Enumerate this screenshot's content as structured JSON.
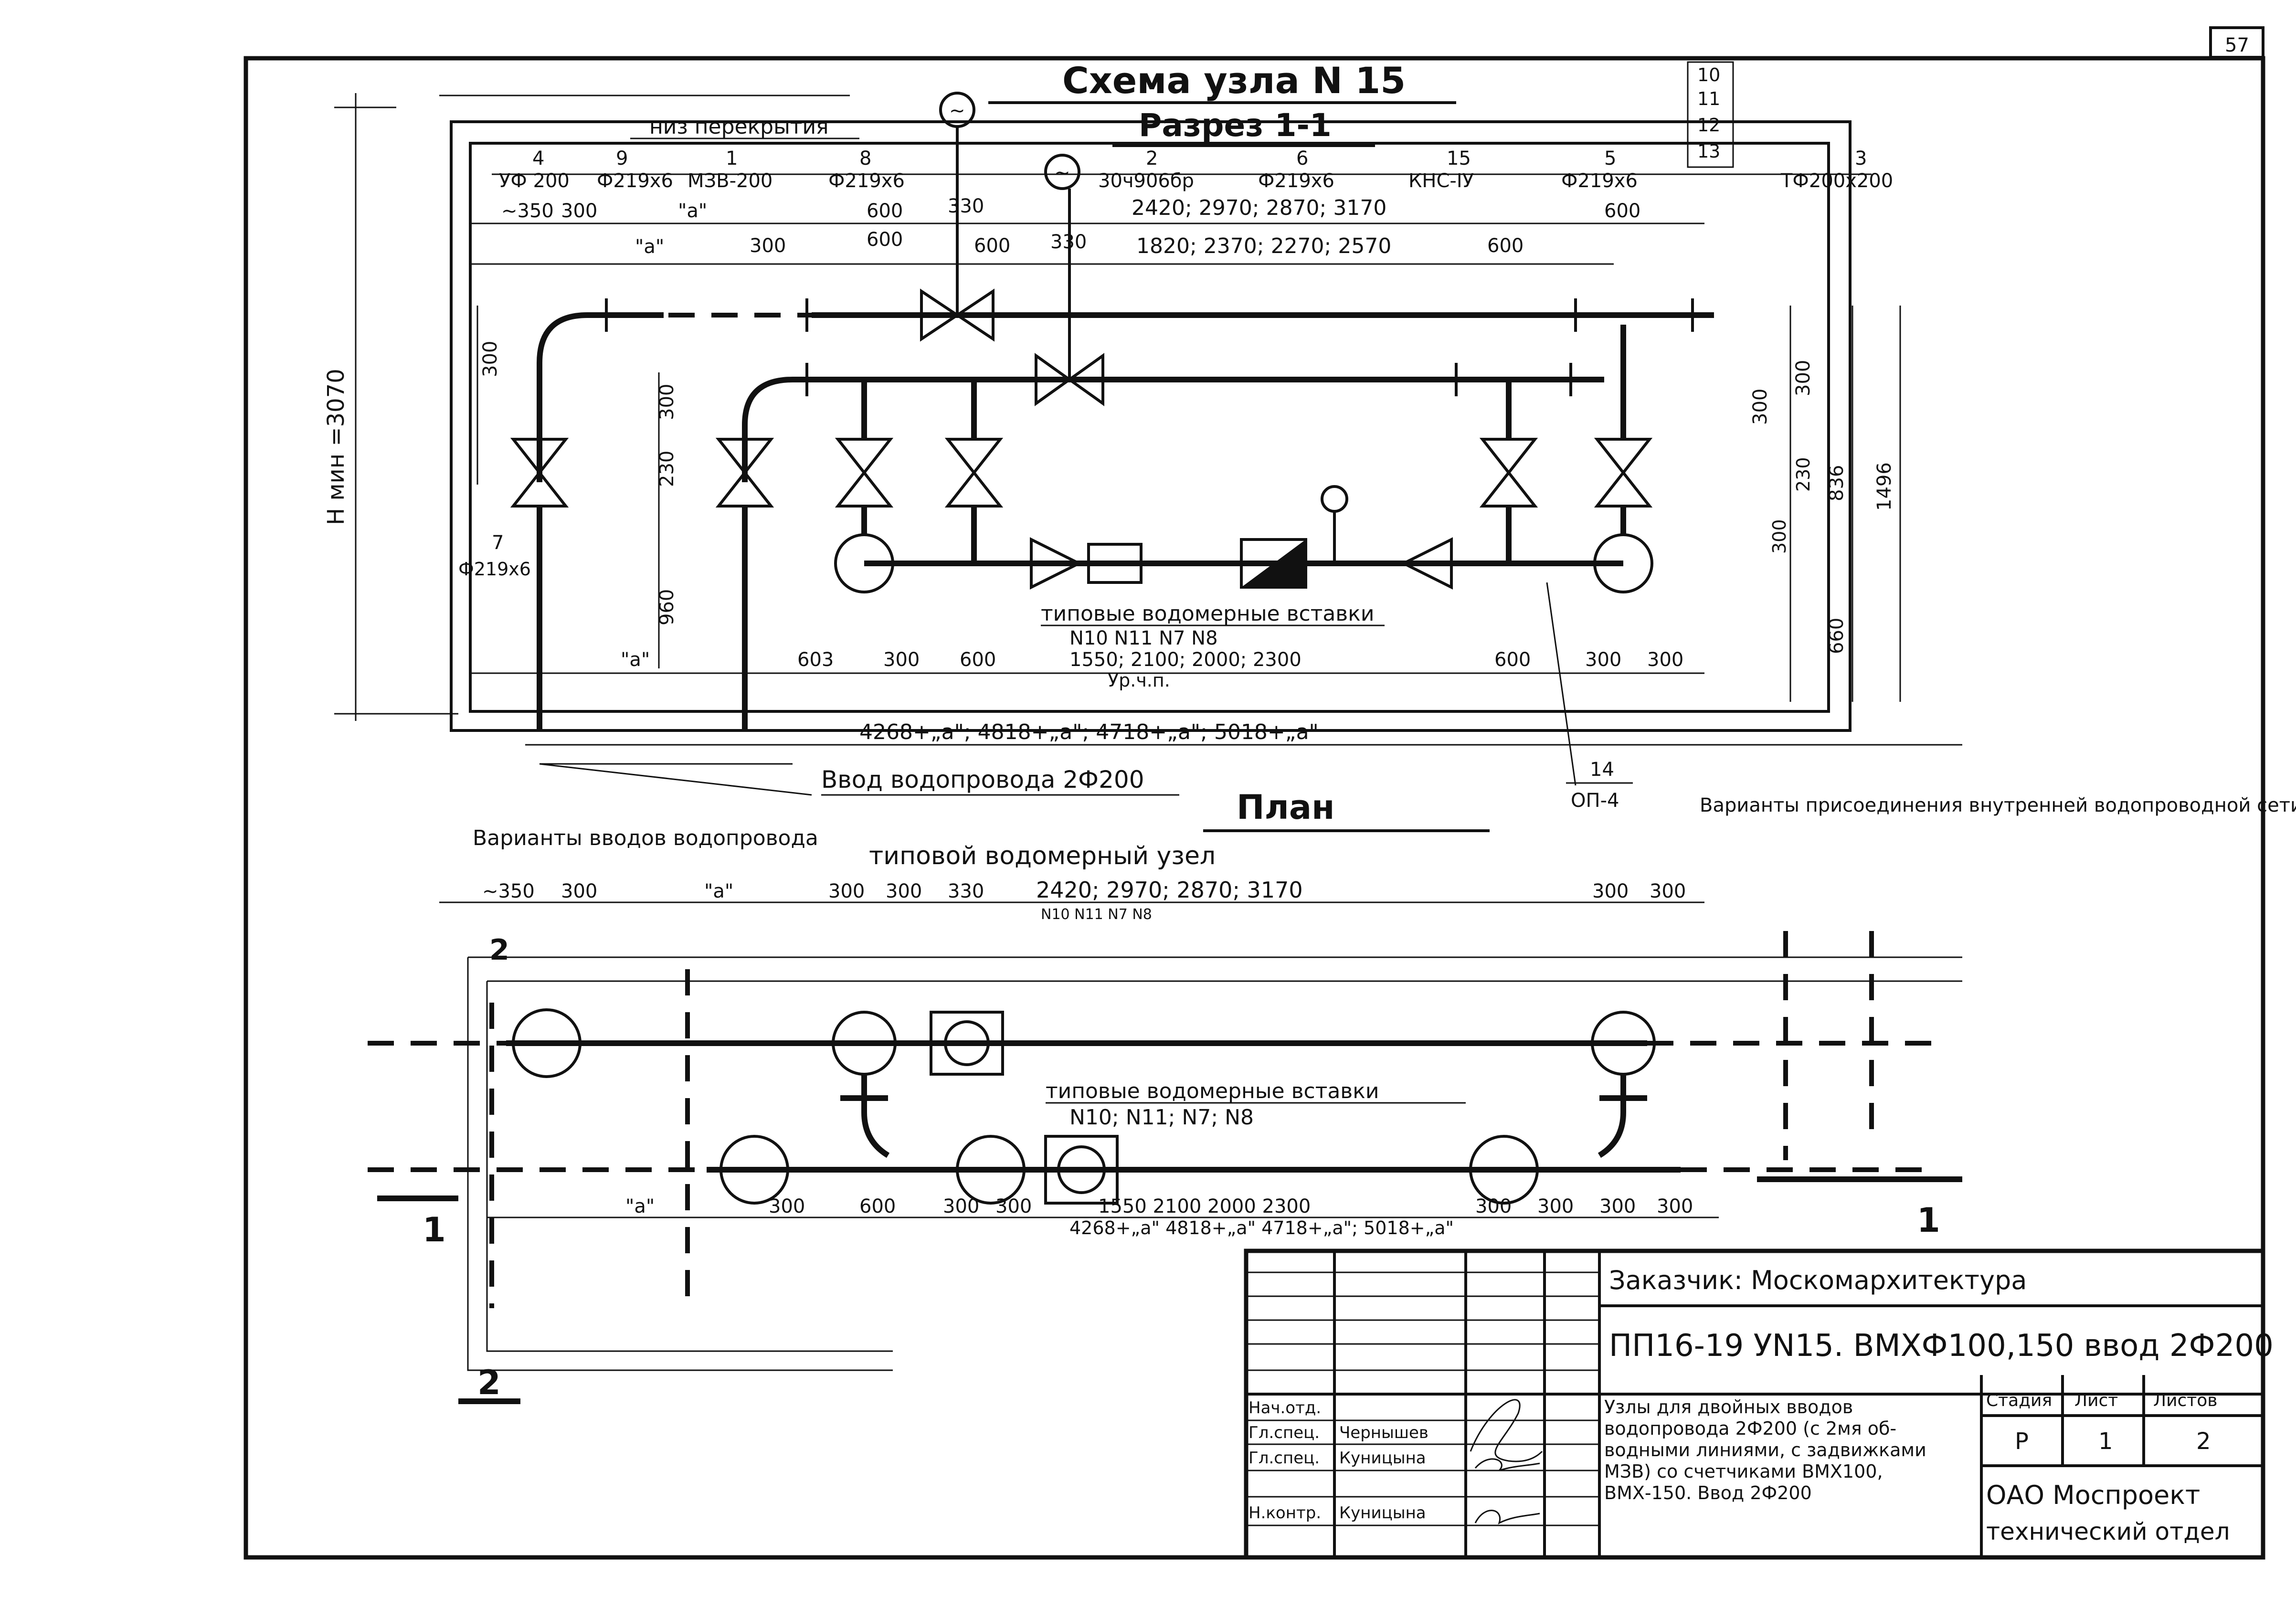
{
  "sheet_number": "57",
  "section_view": {
    "title": "Схема узла N 15",
    "subtitle": "Разрез 1-1",
    "slab_label": "низ перекрытия",
    "h_min_label": "Н мин =3070",
    "callouts": [
      {
        "num": "4",
        "spec": "УФ 200"
      },
      {
        "num": "9",
        "spec": "Ф219х6"
      },
      {
        "num": "1",
        "spec": "МЗВ-200"
      },
      {
        "num": "8",
        "spec": "Ф219х6"
      },
      {
        "num": "2",
        "spec": "30ч906бр"
      },
      {
        "num": "6",
        "spec": "Ф219х6"
      },
      {
        "num": "15",
        "spec": "КНС-IУ"
      },
      {
        "num": "5",
        "spec": "Ф219х6"
      },
      {
        "num": "3",
        "spec": "ТФ200х200"
      },
      {
        "num": "7",
        "spec": "Ф219х6"
      },
      {
        "num": "14",
        "spec": "ОП-4"
      }
    ],
    "stack_numbers": [
      "10",
      "11",
      "12",
      "13"
    ],
    "top_dims_row1": [
      "~350",
      "300",
      "\"а\"",
      "600",
      "330",
      "600"
    ],
    "top_dims_row1_values": "2420; 2970; 2870; 3170",
    "top_dims_row2": [
      "\"а\"",
      "300",
      "600",
      "600",
      "330"
    ],
    "top_dims_row2_values": "1820; 2370; 2270; 2570",
    "top_dims_right": "600",
    "vertical_dims": [
      "300",
      "300",
      "230",
      "960",
      "300",
      "300",
      "836",
      "1496",
      "230",
      "300",
      "660"
    ],
    "inserts_label": "типовые водомерные вставки",
    "insert_numbers": "N10   N11   N7   N8",
    "insert_lengths": "1550; 2100; 2000; 2300",
    "floor_label": "Ур.ч.п.",
    "bottom_dims": [
      "\"а\"",
      "603",
      "300",
      "600",
      "600",
      "300",
      "300"
    ],
    "total_dims": "4268+„а\"; 4818+„а\"; 4718+„а\"; 5018+„а\"",
    "inlet_label": "Ввод водопровода 2Ф200"
  },
  "plan_view": {
    "title": "План",
    "left_note": "Варианты вводов водопровода",
    "center_note": "типовой водомерный узел",
    "right_note": "Варианты присоединения внутренней водопроводной сети",
    "top_dims": [
      "~350",
      "300",
      "\"а\"",
      "300",
      "300",
      "330",
      "300",
      "300"
    ],
    "top_dims_values": "2420; 2970; 2870; 3170",
    "top_dims_sub": "N10   N11   N7   N8",
    "inserts_label": "типовые водомерные вставки",
    "insert_numbers": "N10; N11; N7; N8",
    "bottom_dims": [
      "\"а\"",
      "300",
      "600",
      "300",
      "300",
      "300",
      "300",
      "300",
      "300"
    ],
    "bottom_values": "1550   2100   2000   2300",
    "bottom_totals": "4268+„а\" 4818+„а\" 4718+„а\"; 5018+„а\"",
    "section_marks": [
      "1",
      "1",
      "2",
      "2"
    ]
  },
  "title_block": {
    "customer": "Заказчик: Москомархитектура",
    "code": "ПП16-19 УN15. ВМХФ100,150 ввод 2Ф200",
    "description": "Узлы для двойных вводов водопровода 2Ф200 (с 2мя обводными линиями, с задвижками МЗВ) со счетчиками ВМХ100, ВМХ-150. Ввод 2Ф200",
    "roles": [
      {
        "role": "Нач.отд.",
        "name": ""
      },
      {
        "role": "Гл.спец.",
        "name": "Чернышев"
      },
      {
        "role": "Гл.спец.",
        "name": "Куницына"
      },
      {
        "role": "Н.контр.",
        "name": "Куницына"
      }
    ],
    "stage_header": "Стадия",
    "sheet_header": "Лист",
    "sheets_header": "Листов",
    "stage": "Р",
    "sheet": "1",
    "sheets": "2",
    "org": "ОАО Моспроект",
    "department": "технический отдел"
  }
}
